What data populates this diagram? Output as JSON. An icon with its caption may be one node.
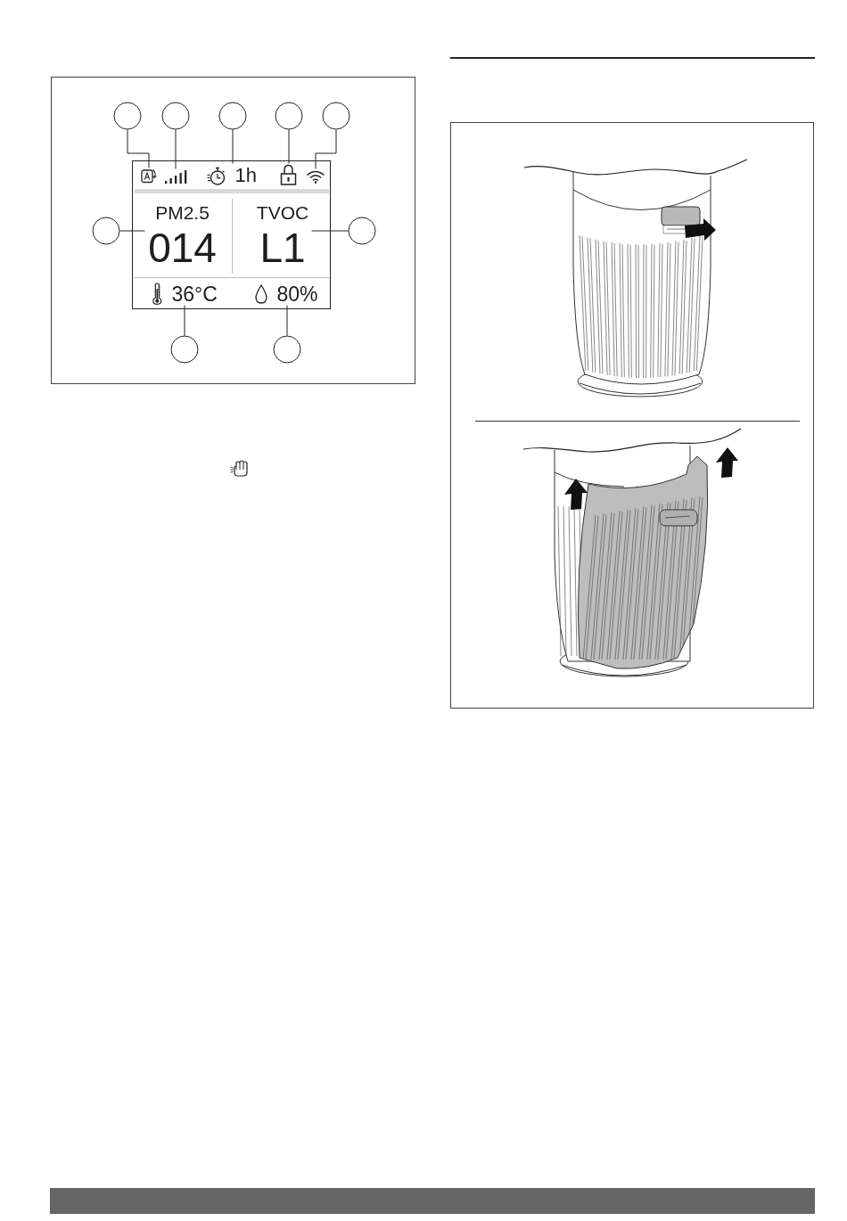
{
  "diagram": {
    "nodes": [
      {
        "text": [],
        "shape": "circle"
      },
      {
        "text": [],
        "shape": "circle"
      },
      {
        "text": [],
        "shape": "circle"
      },
      {
        "text": [],
        "shape": "circle"
      },
      {
        "text": [],
        "shape": "circle"
      },
      {
        "text": [],
        "shape": "box"
      },
      {
        "text": [],
        "shape": "picture",
        "in": 5
      },
      {
        "text": [],
        "shape": "picture",
        "in": 5
      },
      {
        "text": [
          "1h"
        ],
        "in": 5
      },
      {
        "text": [],
        "shape": "picture",
        "in": 5
      },
      {
        "text": [],
        "shape": "picture",
        "in": 5
      },
      {
        "text": [
          "PM2.5",
          "014"
        ],
        "in": 5
      },
      {
        "text": [
          "TVOC",
          "L1"
        ],
        "in": 5
      },
      {
        "text": [
          "36°C"
        ],
        "in": 5
      },
      {
        "text": [
          "80%"
        ],
        "in": 5
      },
      {
        "text": [],
        "shape": "circle"
      },
      {
        "text": [],
        "shape": "circle"
      },
      {
        "text": [],
        "shape": "circle"
      },
      {
        "text": [],
        "shape": "circle"
      }
    ],
    "edges": [
      {
        "from": 0,
        "to": 6,
        "arrow": "none"
      },
      {
        "from": 1,
        "to": 7,
        "arrow": "none"
      },
      {
        "from": 2,
        "to": 8,
        "arrow": "none"
      },
      {
        "from": 3,
        "to": 9,
        "arrow": "none"
      },
      {
        "from": 4,
        "to": 10,
        "arrow": "none"
      },
      {
        "from": 15,
        "to": 11,
        "arrow": "none"
      },
      {
        "from": 16,
        "to": 12,
        "arrow": "none"
      },
      {
        "from": 17,
        "to": 13,
        "arrow": "none"
      },
      {
        "from": 18,
        "to": 14,
        "arrow": "none"
      }
    ]
  }
}
